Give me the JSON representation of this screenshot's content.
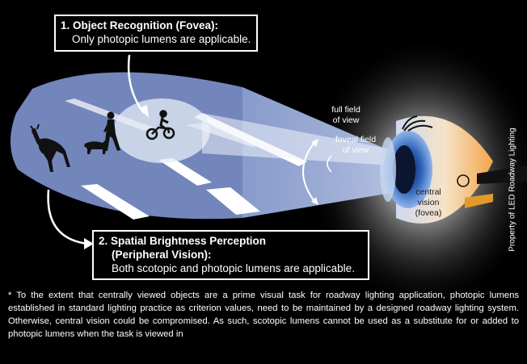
{
  "callout_fovea": {
    "heading": "1. Object Recognition (Fovea):",
    "body": "Only photopic lumens are applicable."
  },
  "callout_peripheral": {
    "heading_line1": "2. Spatial Brightness Perception",
    "heading_line2": "(Peripheral Vision):",
    "body": "Both scotopic and photopic lumens are applicable."
  },
  "labels": {
    "full_field_line1": "full field",
    "full_field_line2": "of view",
    "foveal_field_line1": "foveal field",
    "foveal_field_line2": "of view",
    "central_vision_line1": "central",
    "central_vision_line2": "vision",
    "central_vision_line3": "(fovea)"
  },
  "side_text": "Property of LED Roadway Lighting",
  "footnote": "* To the extent that centrally viewed objects are a prime visual task for roadway lighting application, photopic lumens established in standard lighting practice as criterion values, need to be maintained by a designed roadway lighting system. Otherwise, central vision could be compromised. As such, scotopic lumens cannot be used as a substitute for or added to photopic lumens when the task is viewed in",
  "icons": [
    "deer-icon",
    "pedestrian-icon",
    "dog-icon",
    "cyclist-icon",
    "eye-icon"
  ],
  "colors": {
    "background": "#000000",
    "peripheral_field": "#8fa6d8",
    "foveal_field": "#dfe6f4",
    "road_marking": "#ffffff",
    "eye_iris": "#2e63b8",
    "eye_outer": "#f4a44a"
  }
}
